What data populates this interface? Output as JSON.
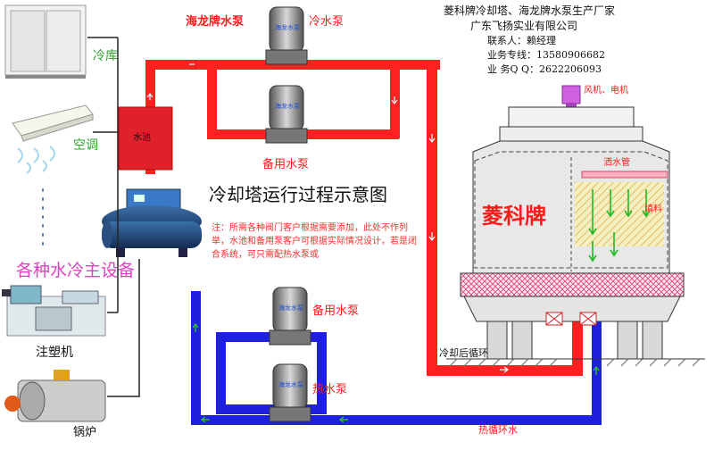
{
  "company": {
    "line1": "菱科牌冷却塔、海龙牌水泵生产厂家",
    "line2": "广东飞扬实业有限公司",
    "contact": "联系人：赖经理",
    "phone": "业务专线：13580906682",
    "qq": "业 务Q Q：2622206093"
  },
  "title": "冷却塔运行过程示意图",
  "note": "注：所需各种阀门客户根据需要添加，此处不作列举，水池和备用泵客户可根据实际情况设计，若是闭合系统，可只需配热水泵或",
  "labels": {
    "cold_storage": "冷库",
    "air_conditioner": "空调",
    "equipment": "各种水冷主设备",
    "injection_machine": "注塑机",
    "boiler": "锅炉",
    "pump_brand": "海龙牌水泵",
    "cold_pump": "冷水泵",
    "spare_pump_top": "备用水泵",
    "spare_pump_bottom": "备用水泵",
    "hot_pump": "热水泵",
    "pool": "水池",
    "fan_motor": "风机、电机",
    "sprinkler": "洒水管",
    "fill": "填料",
    "tower_brand": "菱科牌",
    "cooled_loop": "冷却后循环",
    "hot_loop": "热循环水",
    "pump_body_text": "海龙水泵"
  },
  "colors": {
    "cold_pipe": "#ff2020",
    "hot_pipe": "#1f1fe0",
    "pool": "#e0202a",
    "accent_red": "#ff1a1a",
    "green_arrow": "#22b822"
  }
}
